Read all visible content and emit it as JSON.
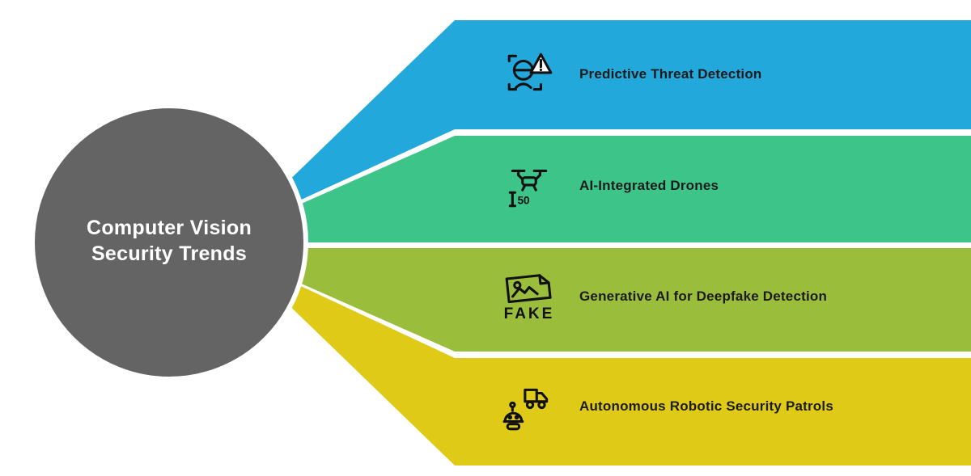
{
  "title": "Computer Vision Security Trends",
  "center": {
    "line1": "Computer Vision",
    "line2": "Security Trends",
    "color": "#646464",
    "text_color": "#ffffff"
  },
  "bands": [
    {
      "label": "Predictive Threat Detection",
      "color": "#22A8DB",
      "icon": "face-scan-alert-icon",
      "icon_text": ""
    },
    {
      "label": "AI-Integrated Drones",
      "color": "#3DC489",
      "icon": "drone-altitude-icon",
      "icon_text": "50"
    },
    {
      "label": "Generative AI for Deepfake Detection",
      "color": "#9BBD3C",
      "icon": "fake-image-icon",
      "icon_text": "FAKE"
    },
    {
      "label": "Autonomous Robotic Security Patrols",
      "color": "#DFCB17",
      "icon": "robot-truck-icon",
      "icon_text": ""
    }
  ]
}
